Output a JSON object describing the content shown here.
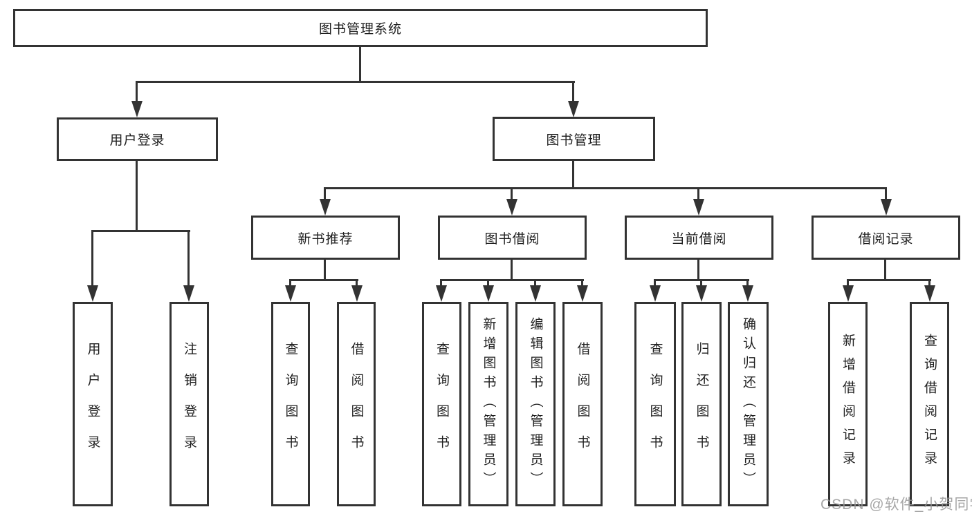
{
  "colors": {
    "line": "#333333",
    "text": "#1f1f1f",
    "box_background": "#ffffff",
    "watermark": "#969696"
  },
  "tree": {
    "root": {
      "label": "图书管理系统",
      "children": [
        {
          "label": "用户登录",
          "children": [
            {
              "label": "用户登录"
            },
            {
              "label": "注销登录"
            }
          ]
        },
        {
          "label": "图书管理",
          "children": [
            {
              "label": "新书推荐",
              "children": [
                {
                  "label": "查询图书"
                },
                {
                  "label": "借阅图书"
                }
              ]
            },
            {
              "label": "图书借阅",
              "children": [
                {
                  "label": "查询图书"
                },
                {
                  "label": "新增图书（管理员）"
                },
                {
                  "label": "编辑图书（管理员）"
                },
                {
                  "label": "借阅图书"
                }
              ]
            },
            {
              "label": "当前借阅",
              "children": [
                {
                  "label": "查询图书"
                },
                {
                  "label": "归还图书"
                },
                {
                  "label": "确认归还（管理员）"
                }
              ]
            },
            {
              "label": "借阅记录",
              "children": [
                {
                  "label": "新增借阅记录"
                },
                {
                  "label": "查询借阅记录"
                }
              ]
            }
          ]
        }
      ]
    }
  },
  "watermark": {
    "text": "CSDN @软件_小贺同学"
  }
}
